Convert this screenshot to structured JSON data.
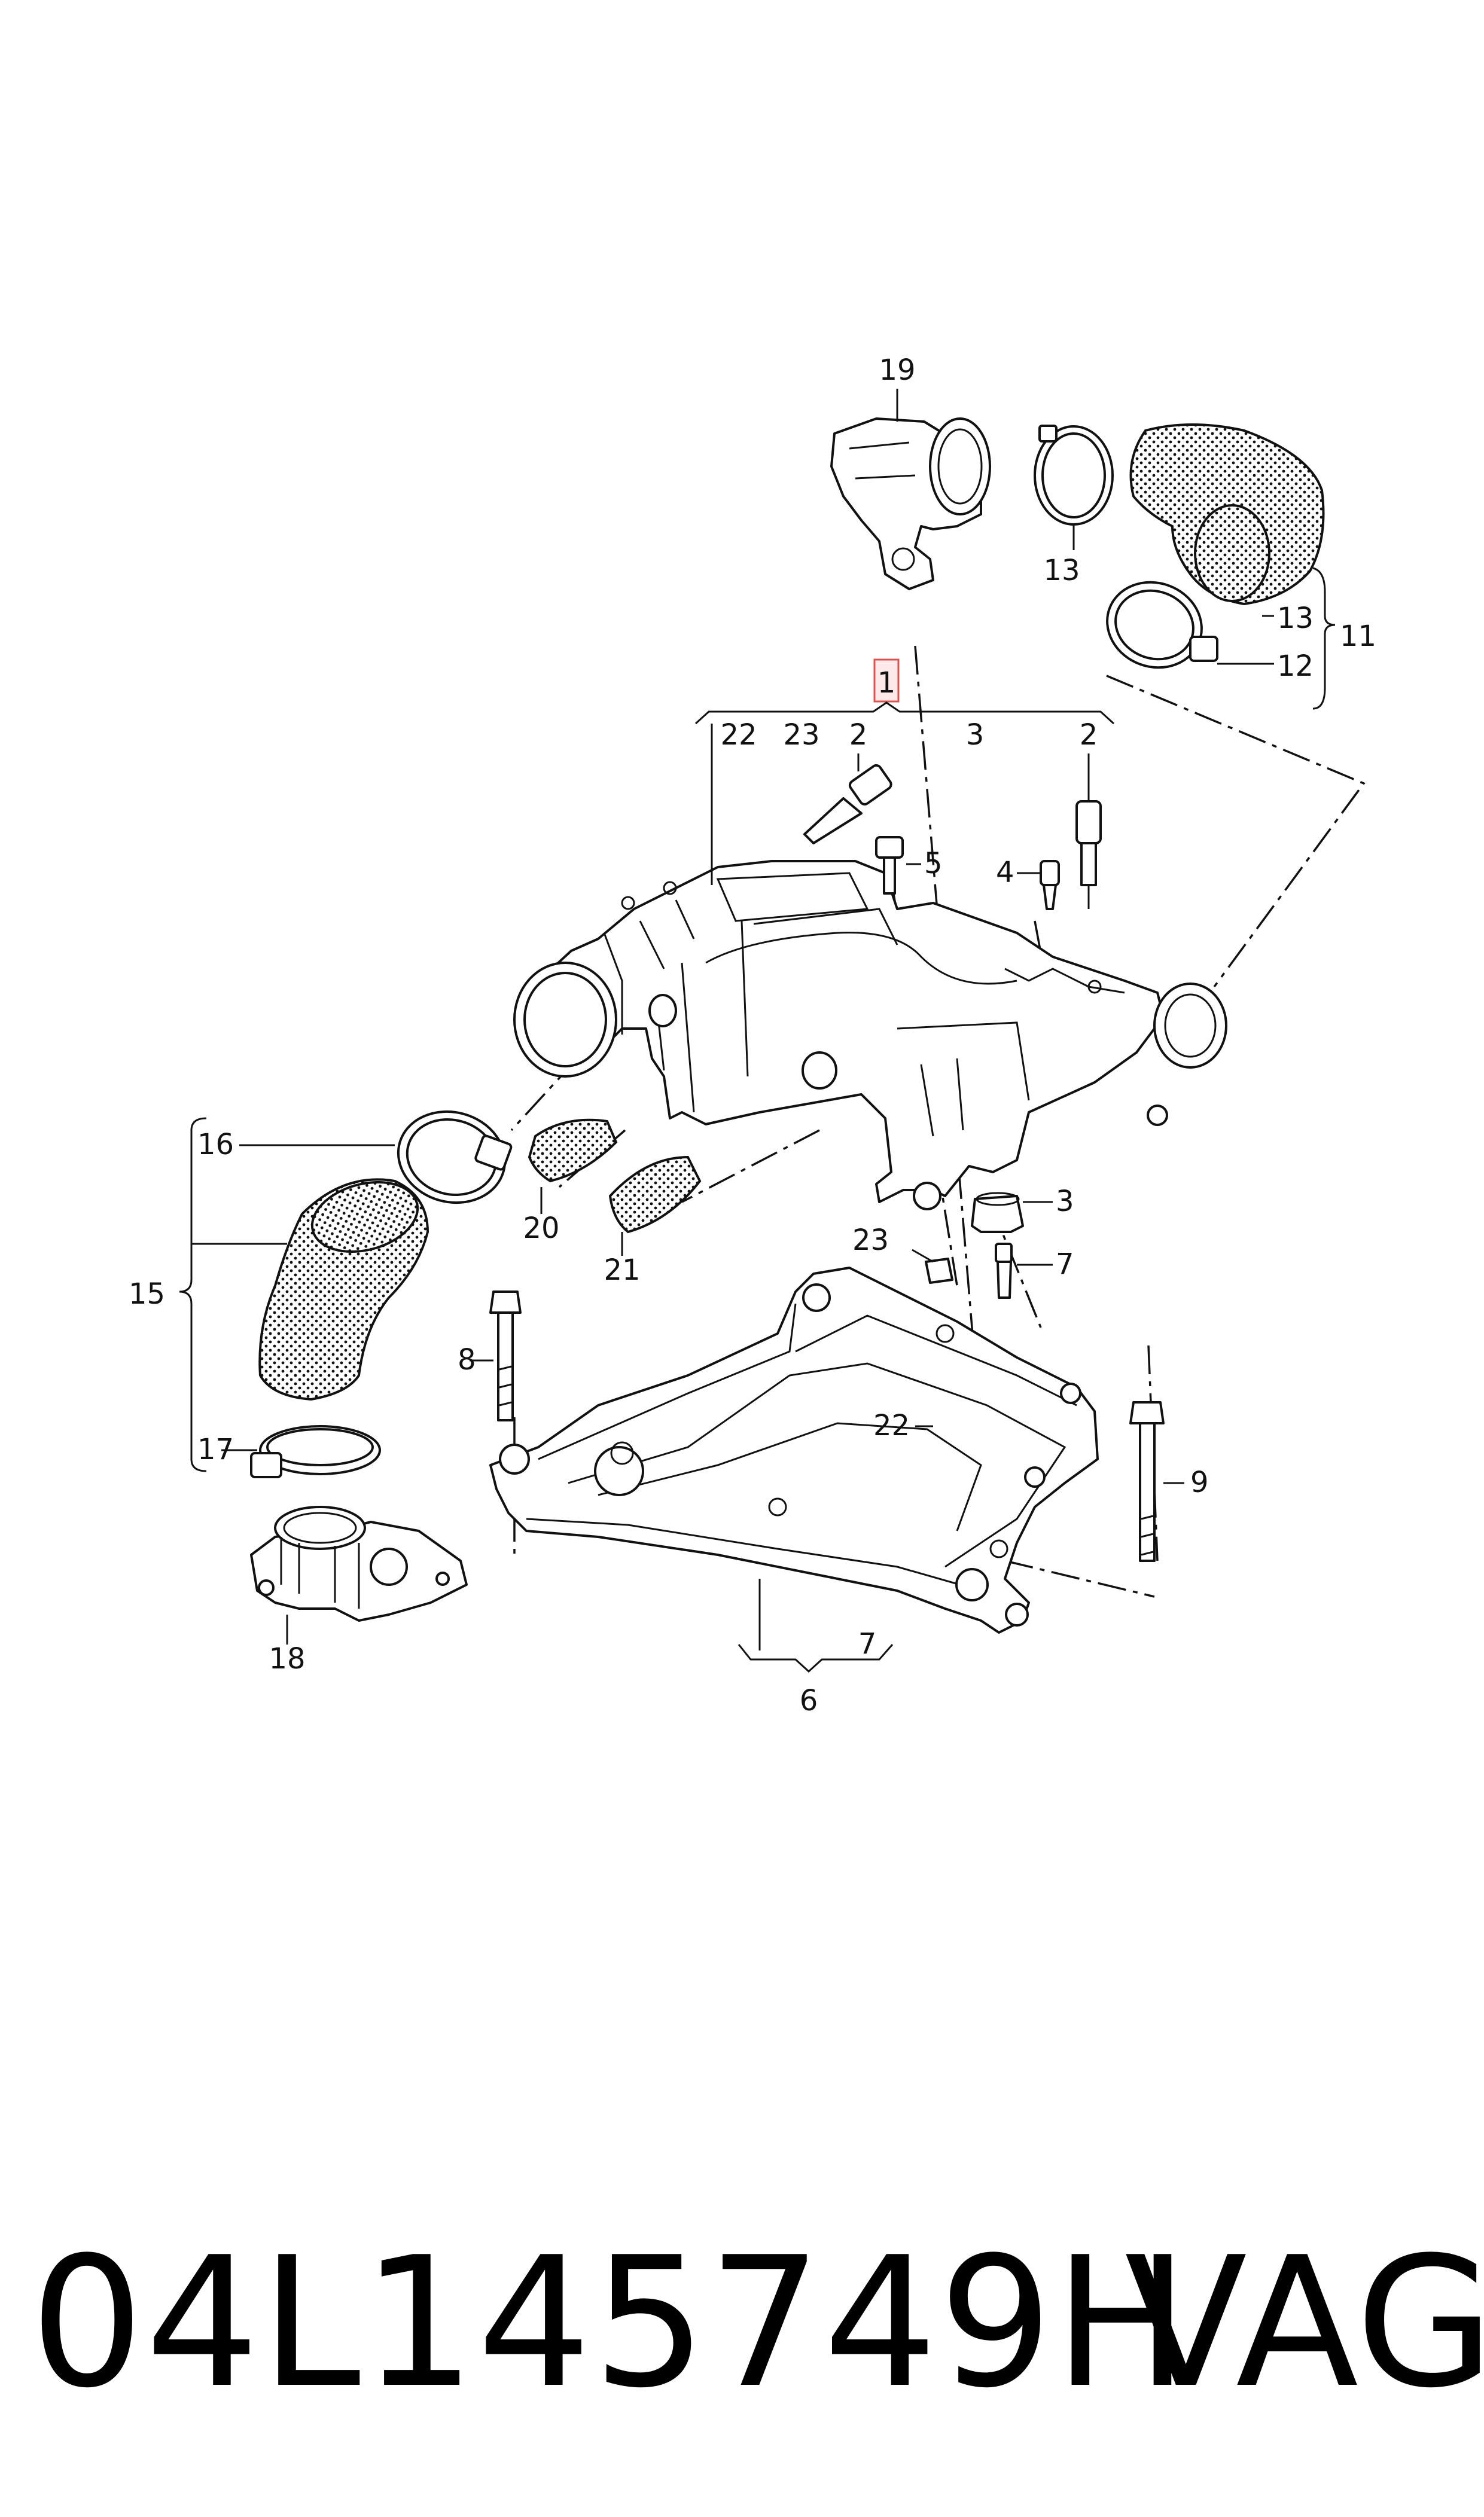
{
  "callouts": {
    "c1": "1",
    "c2a": "2",
    "c2b": "2",
    "c3a": "3",
    "c3b": "3",
    "c4": "4",
    "c5": "5",
    "c6": "6",
    "c7a": "7",
    "c7b": "7",
    "c8": "8",
    "c9": "9",
    "c11": "11",
    "c12": "12",
    "c13a": "13",
    "c13b": "13",
    "c15": "15",
    "c16": "16",
    "c17": "17",
    "c18": "18",
    "c19": "19",
    "c20": "20",
    "c21": "21",
    "c22a": "22",
    "c22b": "22",
    "c23a": "23",
    "c23b": "23"
  },
  "footer": {
    "part_number": "04L145749H",
    "brand": "VAG"
  },
  "colors": {
    "line": "#111111",
    "highlight_box_fill": "#fde8ea",
    "highlight_box_stroke": "#d9534f",
    "background": "#ffffff"
  }
}
